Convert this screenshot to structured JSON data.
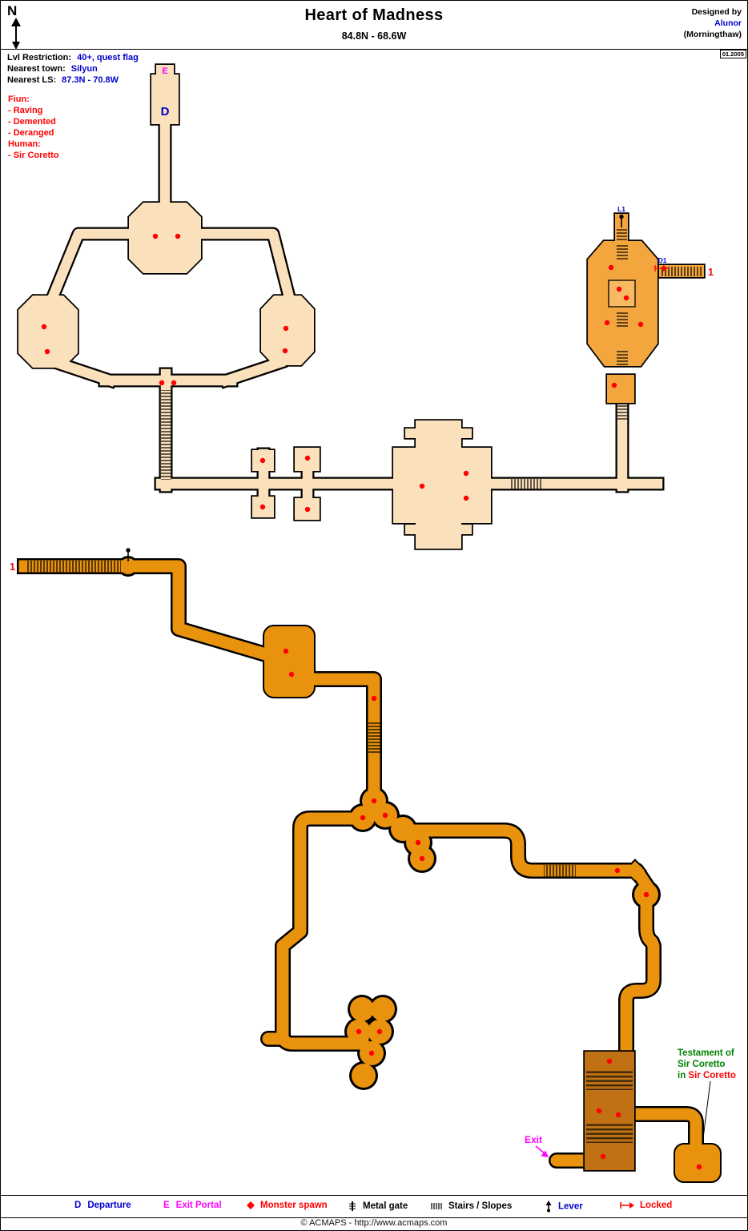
{
  "header": {
    "compass": "N",
    "title": "Heart of Madness",
    "coords": "84.8N - 68.6W",
    "designed_by": "Designed by",
    "author": "Alunor",
    "server": "(Morningthaw)",
    "date": "01.2005"
  },
  "info": {
    "lvl_label": "Lvl Restriction:",
    "lvl_value": "40+, quest flag",
    "town_label": "Nearest town:",
    "town_value": "Silyun",
    "ls_label": "Nearest LS:",
    "ls_value": "87.3N - 70.8W"
  },
  "monsters": {
    "group1_title": "Fiun:",
    "group1": [
      "- Raving",
      "- Demented",
      "- Deranged"
    ],
    "group2_title": "Human:",
    "group2": [
      "- Sir Coretto"
    ]
  },
  "map_labels": {
    "departure": "D",
    "exit_portal": "E",
    "lever1": "L1",
    "door1": "D1",
    "link_right": "1",
    "link_left": "1",
    "exit": "Exit",
    "testament_line1": "Testament of",
    "testament_line2": "Sir Coretto",
    "testament_in": "in ",
    "testament_name": "Sir Coretto"
  },
  "legend": {
    "departure_symbol": "D",
    "departure_label": "Departure",
    "exit_symbol": "E",
    "exit_label": "Exit Portal",
    "monster_label": "Monster spawn",
    "gate_label": "Metal gate",
    "stairs_label": "Stairs / Slopes",
    "lever_label": "Lever",
    "locked_label": "Locked"
  },
  "footer": {
    "copyright": "© ACMAPS - http://www.acmaps.com"
  },
  "colors": {
    "room_light": "#FBE1BB",
    "room_orange": "#F4A63E",
    "corridor_orange": "#E8920E",
    "room_brown": "#BF7114",
    "stripe_brown": "#3F2906",
    "spawn_red": "#FF0000",
    "label_blue": "#0000D0",
    "label_magenta": "#FF00FF",
    "label_green": "#008000"
  }
}
